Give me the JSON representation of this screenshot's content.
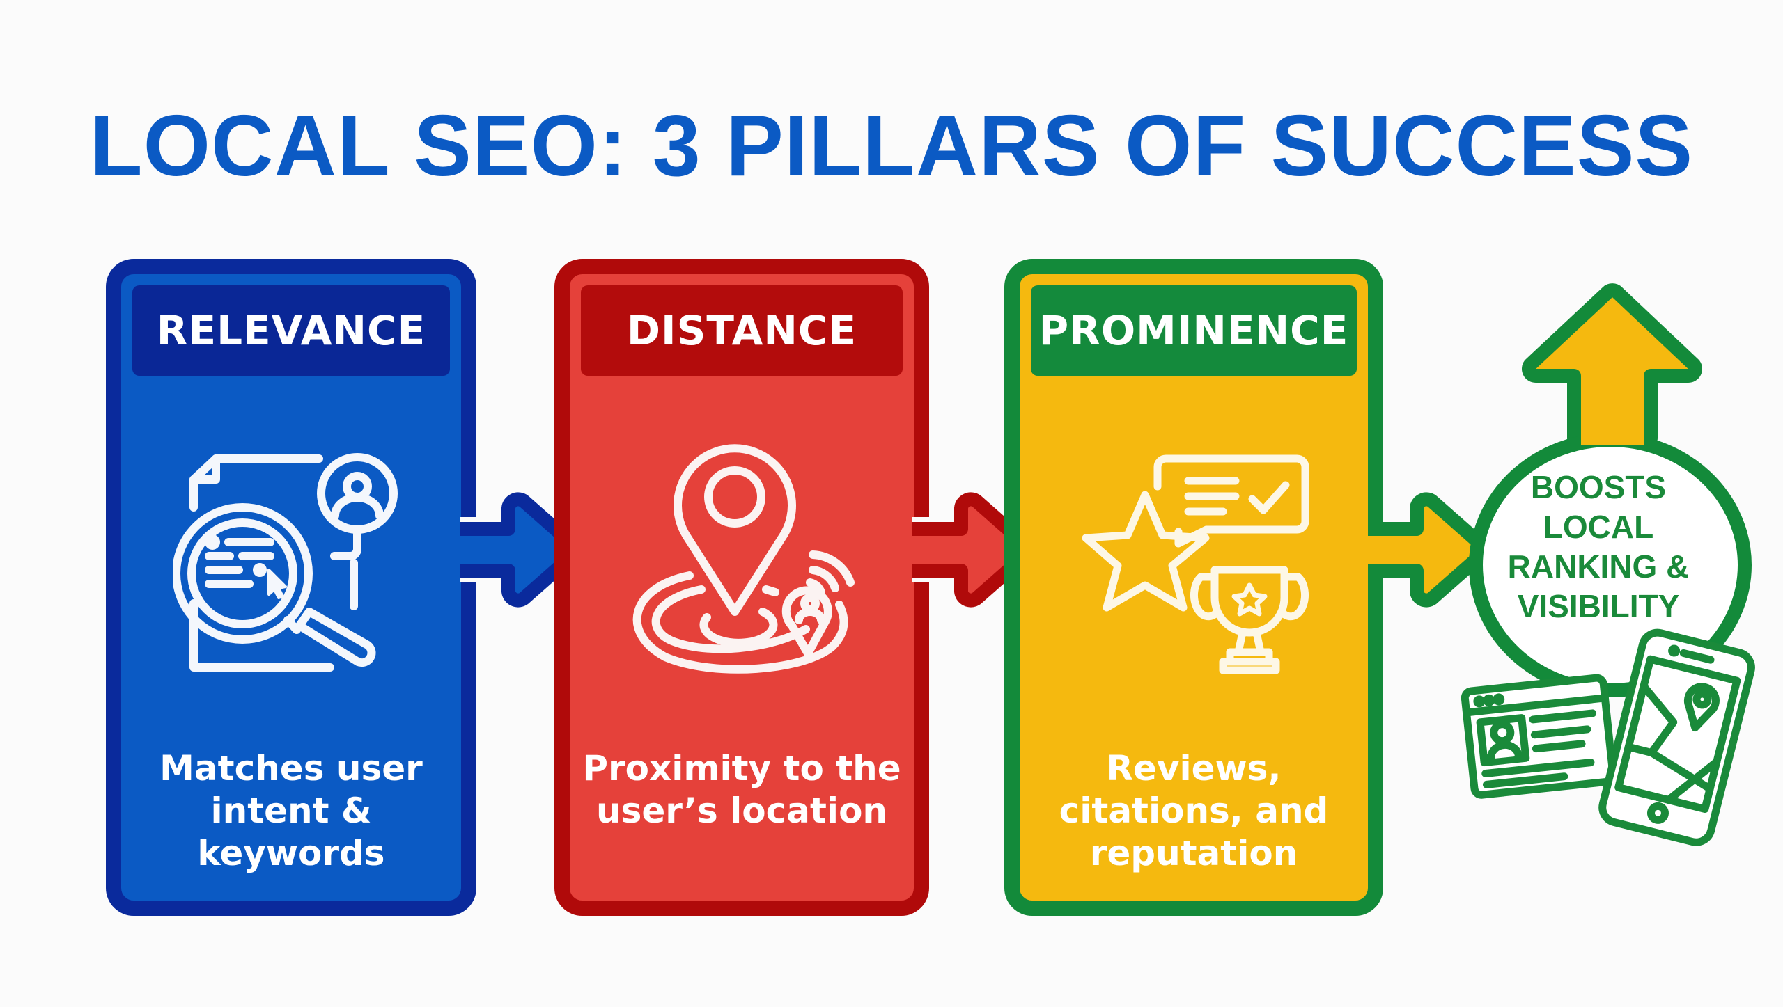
{
  "title": "LOCAL SEO: 3 PILLARS OF SUCCESS",
  "colors": {
    "title": "#0b5ac4",
    "blue_fill": "#0b5ac4",
    "blue_border": "#0a2a9c",
    "red_fill": "#e5413a",
    "red_border": "#b00a0a",
    "yellow_fill": "#f5b90f",
    "green": "#138a3a",
    "background": "#fbfbfb"
  },
  "pillars": [
    {
      "label": "RELEVANCE",
      "icon": "document-search-user-icon",
      "description": [
        "Matches user",
        "intent &",
        "keywords"
      ]
    },
    {
      "label": "DISTANCE",
      "icon": "location-pin-proximity-icon",
      "description": [
        "Proximity to the",
        "user’s location"
      ]
    },
    {
      "label": "PROMINENCE",
      "icon": "star-review-trophy-icon",
      "description": [
        "Reviews,",
        "citations, and",
        "reputation"
      ]
    }
  ],
  "outcome": {
    "lines": [
      "BOOSTS",
      "LOCAL",
      "RANKING &",
      "VISIBILITY"
    ],
    "icons": [
      "up-arrow-icon",
      "business-profile-icon",
      "mobile-map-icon"
    ]
  }
}
